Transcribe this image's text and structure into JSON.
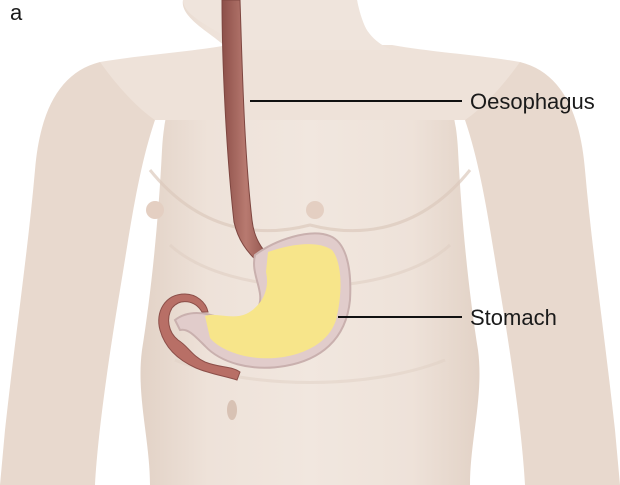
{
  "figure": {
    "panel_letter": "a",
    "labels": {
      "oesophagus": "Oesophagus",
      "stomach": "Stomach"
    },
    "colors": {
      "skin": "#ede0d6",
      "skin_shadow": "#d9c7ba",
      "oesophagus": "#a8685f",
      "stomach_fill": "#f7e58a",
      "stomach_wall": "#dcc6c6",
      "leader_line": "#111111"
    }
  }
}
